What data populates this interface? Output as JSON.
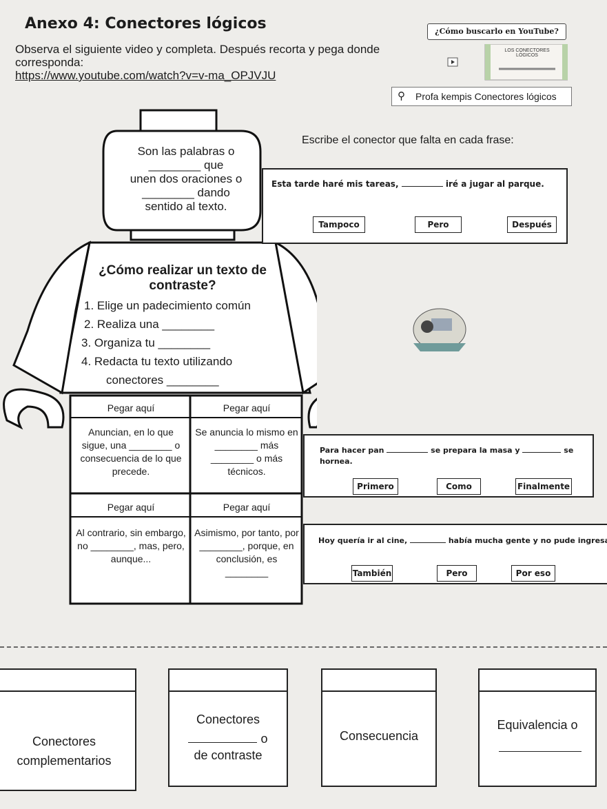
{
  "header": {
    "title": "Anexo 4: Conectores lógicos",
    "yt_button": "¿Cómo buscarlo en YouTube?",
    "instruction": "Observa el siguiente video y completa. Después recorta y pega donde corresponda:",
    "url": "https://www.youtube.com/watch?v=v-ma_OPJVJU",
    "video_title": "LOS CONECTORES LÓGICOS",
    "search_text": "Profa kempis Conectores lógicos"
  },
  "lego": {
    "head_lines": [
      "Son las palabras o",
      "________ que",
      "unen dos oraciones o",
      "________ dando",
      "sentido al texto."
    ],
    "body_title": "¿Cómo realizar un texto de contraste?",
    "steps": [
      "1. Elige un padecimiento común",
      "2. Realiza una ________",
      "3. Organiza tu ________",
      "4. Redacta tu texto utilizando",
      "conectores ________"
    ],
    "grid": [
      {
        "header": "Pegar aquí",
        "text": "Anuncian, en lo que sigue, una ________ o consecuencia de lo que precede."
      },
      {
        "header": "Pegar aquí",
        "text": "Se anuncia lo mismo en ________ más ________ o más técnicos."
      },
      {
        "header": "Pegar aquí",
        "text": "Al contrario, sin embargo, no ________, mas, pero, aunque..."
      },
      {
        "header": "Pegar aquí",
        "text": "Asimismo, por tanto, por ________, porque, en conclusión, es ________"
      }
    ]
  },
  "exercise": {
    "heading": "Escribe el conector que falta en cada frase:",
    "items": [
      {
        "sentence_a": "Esta tarde haré mis tareas, ",
        "sentence_b": " iré a jugar al parque.",
        "options": [
          "Tampoco",
          "Pero",
          "Después"
        ]
      },
      {
        "sentence_a": "Para hacer pan ",
        "sentence_b": " se prepara la masa y ",
        "sentence_c": " se hornea.",
        "options": [
          "Primero",
          "Como",
          "Finalmente"
        ]
      },
      {
        "sentence_a": "Hoy quería ir al cine, ",
        "sentence_b": " había mucha gente y no pude ingresa",
        "options": [
          "También",
          "Pero",
          "Por eso"
        ]
      }
    ]
  },
  "cutouts": [
    {
      "label": "Conectores complementarios"
    },
    {
      "label_top": "Conectores",
      "label_mid": "o",
      "label_bottom": "de contraste"
    },
    {
      "label": "Consecuencia"
    },
    {
      "label": "Equivalencia o"
    }
  ]
}
